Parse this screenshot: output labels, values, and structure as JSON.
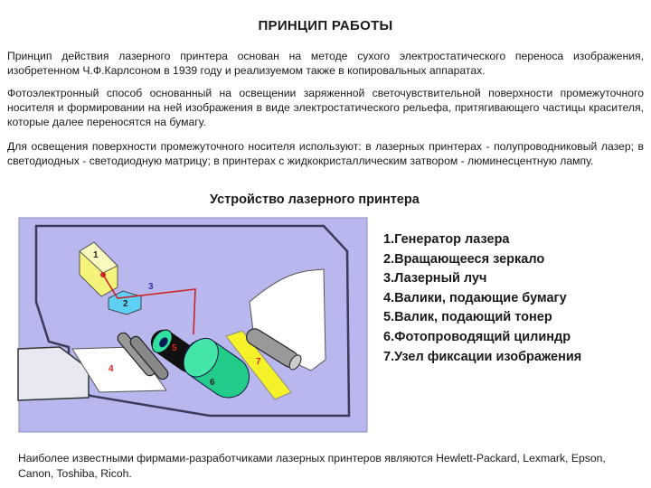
{
  "title": "ПРИНЦИП РАБОТЫ",
  "paragraphs": [
    "Принцип действия лазерного принтера основан на методе сухого электростатического переноса изображения, изобретенном Ч.Ф.Карлсоном в 1939 году и реализуемом также в копировальных аппаратах.",
    "Фотоэлектронный способ основанный на освещении заряженной светочувствительной поверхности промежуточного носителя и формировании на ней изображения в виде электростатического рельефа, притягивающего частицы красителя, которые далее переносятся на бумагу.",
    "Для освещения поверхности промежуточного носителя используют: в лазерных принтерах - полупроводниковый лазер; в светодиодных - светодиодную матрицу; в принтерах с жидкокристаллическим затвором - люминесцентную лампу."
  ],
  "subtitle": "Устройство лазерного принтера",
  "legend": [
    "1.Генератор лазера",
    "2.Вращающееся зеркало",
    "3.Лазерный луч",
    "4.Валики, подающие бумагу",
    "5.Валик, подающий тонер",
    "6.Фотопроводящий цилиндр",
    "7.Узел фиксации изображения"
  ],
  "diagram_labels": [
    "1",
    "2",
    "3",
    "4",
    "5",
    "6",
    "7"
  ],
  "footer": "Наиболее известными фирмами-разработчиками лазерных принтеров являются Hewlett-Packard, Lexmark, Epson, Canon, Toshiba, Ricoh.",
  "colors": {
    "housing": "#b8b8ee",
    "housing_border": "#3a3a5a",
    "laser": "#f4f47a",
    "mirror": "#5fd0f5",
    "beam": "#cc2222",
    "drum": "#22cc88",
    "toner_roller": "#111111",
    "fuser_plate": "#f6f22a",
    "label_red": "#dd2222"
  }
}
